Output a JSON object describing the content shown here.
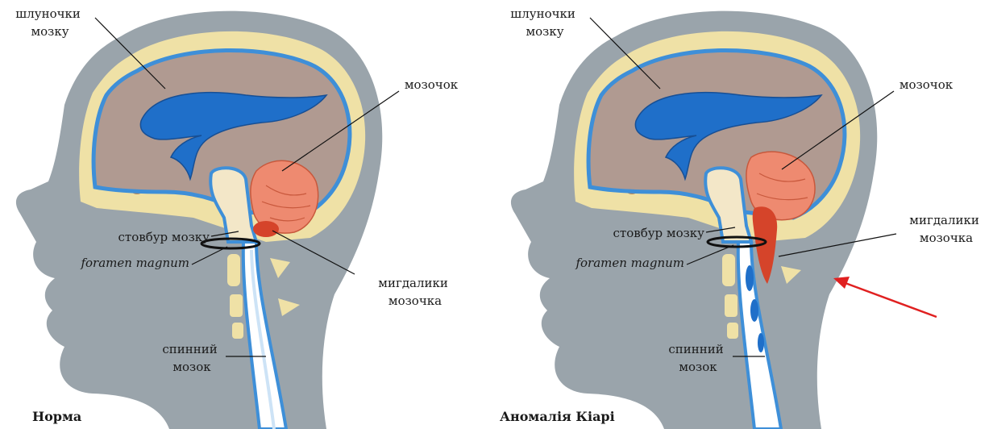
{
  "panels": [
    {
      "caption": "Норма",
      "labels": {
        "ventricles": [
          "шлуночки",
          "мозку"
        ],
        "cerebellum": "мозочок",
        "brainstem": "стовбур мозку",
        "foramen": "foramen magnum",
        "tonsils": [
          "мигдалики",
          "мозочка"
        ],
        "spinal_cord": [
          "спинний",
          "мозок"
        ]
      }
    },
    {
      "caption": "Аномалія Кіарі",
      "labels": {
        "ventricles": [
          "шлуночки",
          "мозку"
        ],
        "cerebellum": "мозочок",
        "brainstem": "стовбур мозку",
        "foramen": "foramen magnum",
        "tonsils": [
          "мигдалики",
          "мозочка"
        ],
        "spinal_cord": [
          "спинний",
          "мозок"
        ]
      }
    }
  ],
  "colors": {
    "head": "#9aa4ab",
    "skull": "#efe1a6",
    "dura": "#3e8fd8",
    "brain": "#b09a91",
    "ventricle": "#1f6fc9",
    "cerebellum": "#ee8a70",
    "tonsil": "#d5442a",
    "stem": "#f3e7c8",
    "arrow": "#e02020"
  }
}
